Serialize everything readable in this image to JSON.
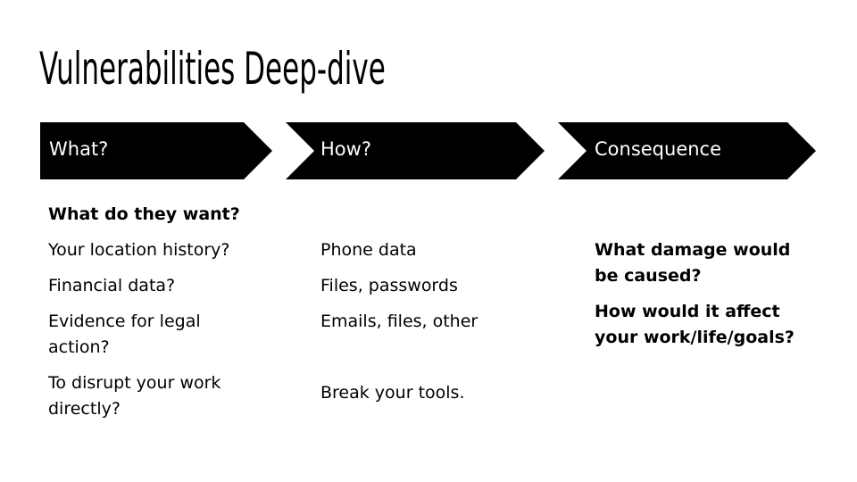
{
  "title": "Vulnerabilities Deep-dive",
  "columns": [
    {
      "header": "What?",
      "heading": "What do they want?",
      "items": [
        "Your location history?",
        "Financial data?",
        "Evidence for legal action?",
        "To disrupt your work directly?"
      ]
    },
    {
      "header": "How?",
      "items": [
        "Phone data",
        "Files, passwords",
        "Emails, files, other",
        "Break your tools."
      ]
    },
    {
      "header": "Consequence",
      "items": [
        "What damage would be caused?",
        "How would it affect your work/life/goals?"
      ]
    }
  ],
  "colors": {
    "chevron": "#000000",
    "text": "#000000"
  }
}
